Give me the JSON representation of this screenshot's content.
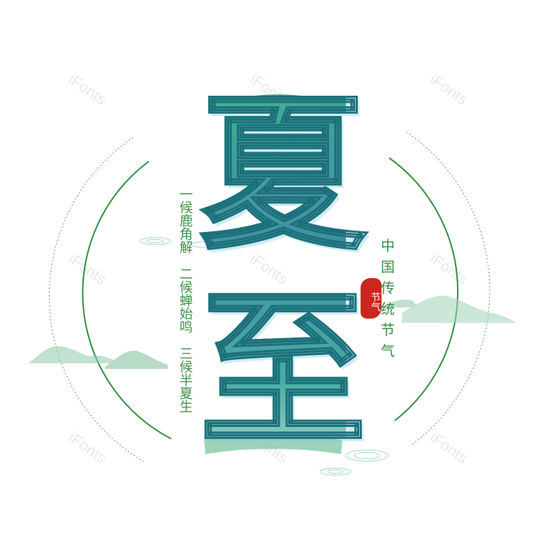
{
  "title": {
    "char1": "夏",
    "char2": "至"
  },
  "poem": {
    "col1": "一候鹿角解",
    "col2": "二候蝉始鸣",
    "col3": "三候半夏生"
  },
  "tradition": {
    "chars": [
      "中",
      "国",
      "传",
      "统",
      "节",
      "气"
    ]
  },
  "seal": {
    "text": "节气"
  },
  "watermark": {
    "text": "iFonts"
  },
  "colors": {
    "primary_green": "#2a8a3a",
    "teal": "#1c6f7a",
    "seal_red": "#c8281d"
  }
}
